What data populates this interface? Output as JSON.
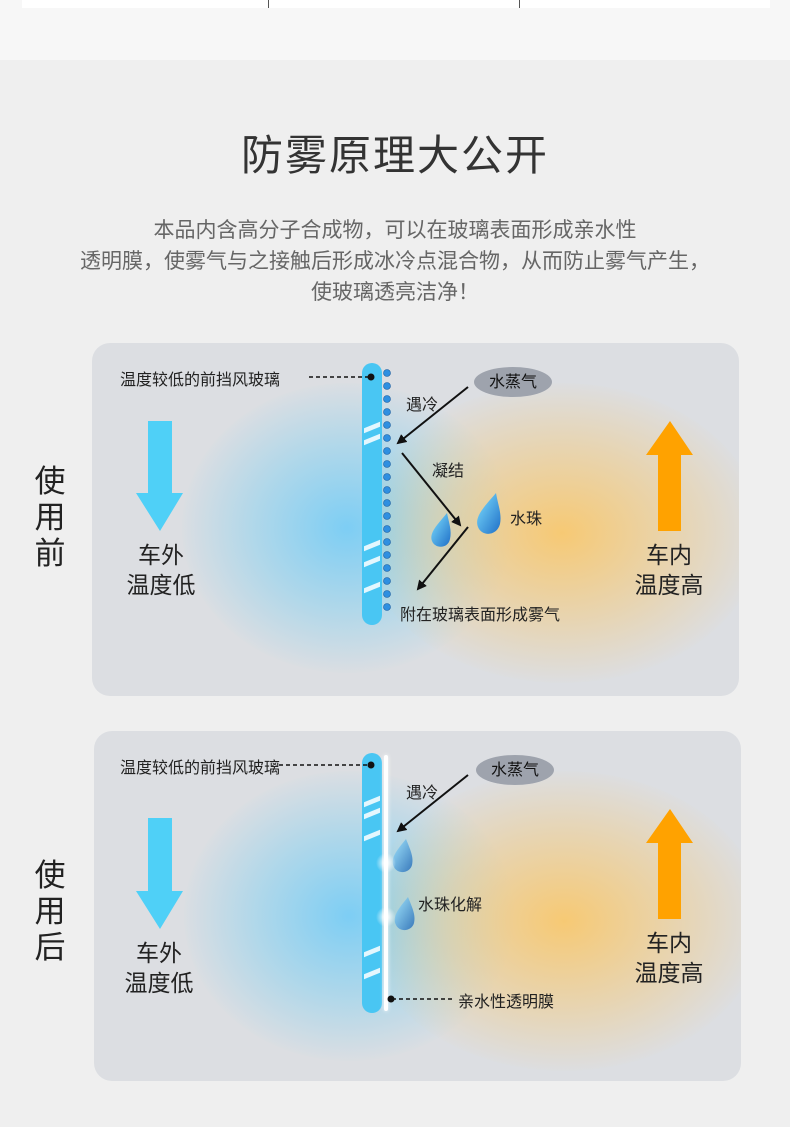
{
  "title": "防雾原理大公开",
  "description": [
    "本品内含高分子合成物，可以在玻璃表面形成亲水性",
    "透明膜，使雾气与之接触后形成冰冷点混合物，从而防止雾气产生，",
    "使玻璃透亮洁净！"
  ],
  "before": {
    "side_label": [
      "使",
      "用",
      "前"
    ],
    "windshield_label": "温度较低的前挡风玻璃",
    "vapor_label": "水蒸气",
    "cold_label": "遇冷",
    "condense_label": "凝结",
    "droplet_label": "水珠",
    "fog_label": "附在玻璃表面形成雾气",
    "outside_label": [
      "车外",
      "温度低"
    ],
    "inside_label": [
      "车内",
      "温度高"
    ]
  },
  "after": {
    "side_label": [
      "使",
      "用",
      "后"
    ],
    "windshield_label": "温度较低的前挡风玻璃",
    "vapor_label": "水蒸气",
    "cold_label": "遇冷",
    "dissolve_label": "水珠化解",
    "film_label": "亲水性透明膜",
    "outside_label": [
      "车外",
      "温度低"
    ],
    "inside_label": [
      "车内",
      "温度高"
    ]
  },
  "colors": {
    "cold_arrow": "#4fd0f7",
    "warm_arrow": "#ffa200",
    "glass": "#49c6f3",
    "droplet": "#2f8fe0"
  }
}
